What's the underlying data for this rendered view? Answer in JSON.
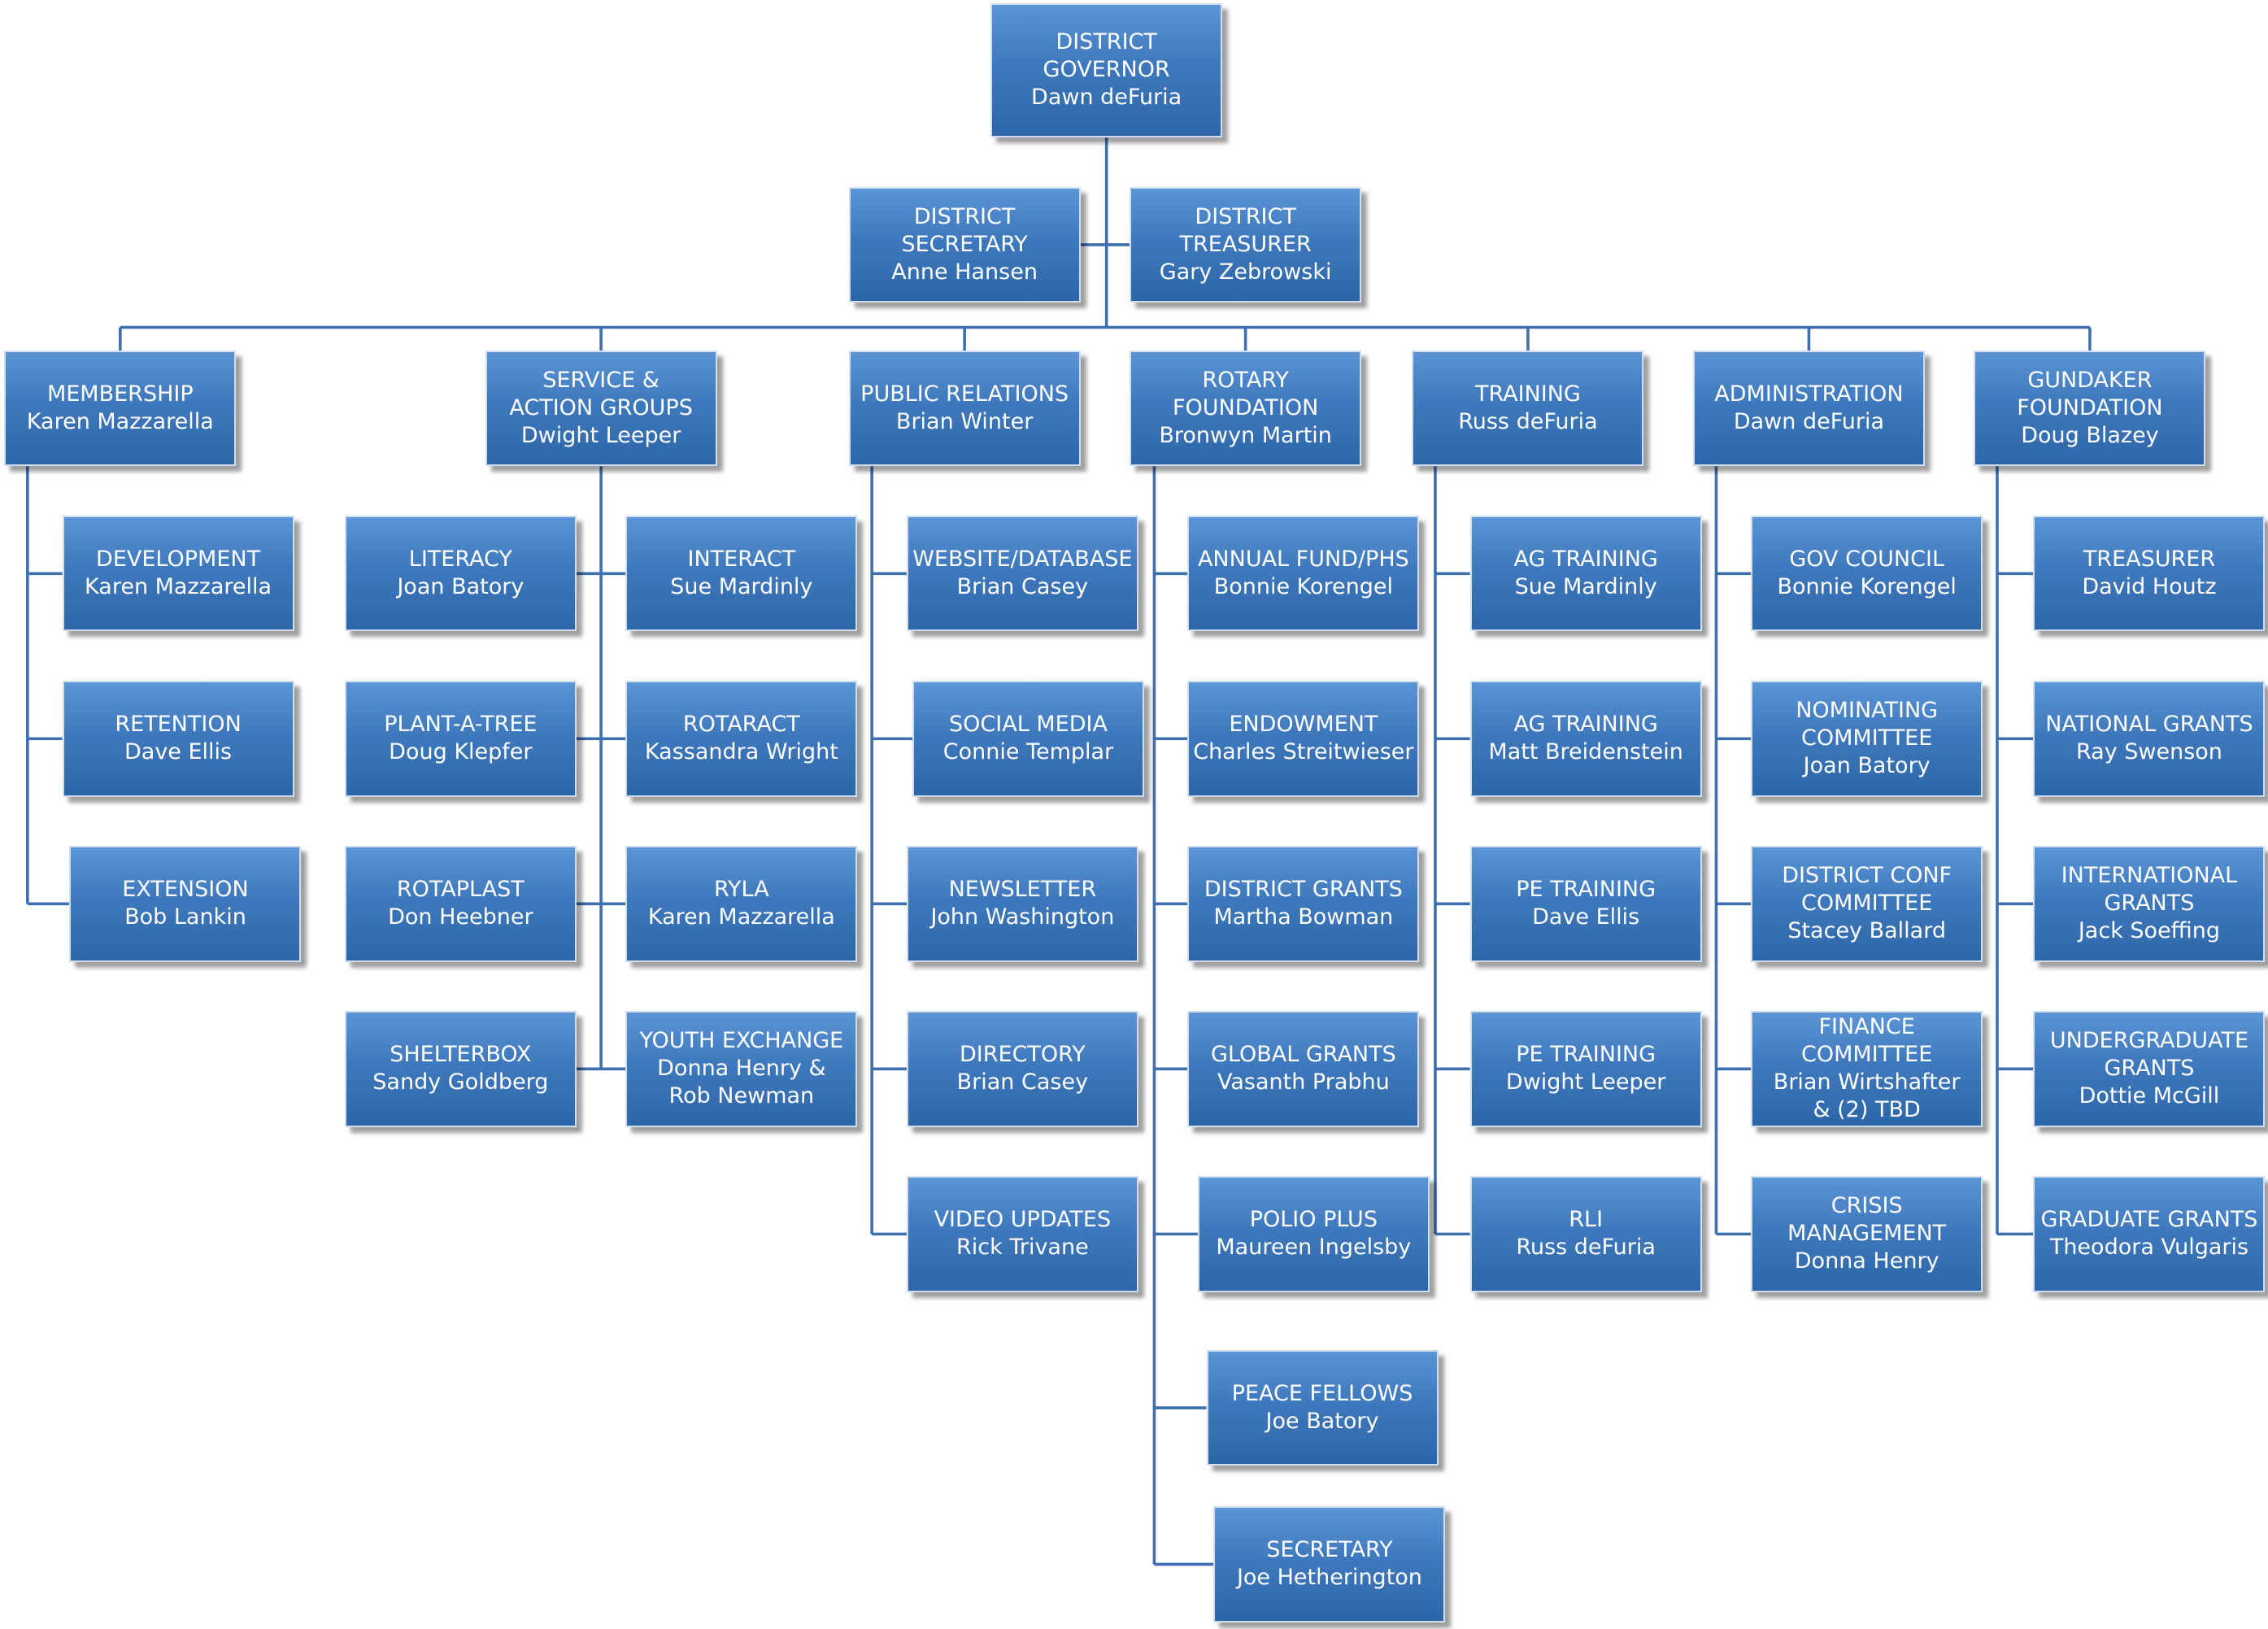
{
  "org": {
    "governor": {
      "title": "DISTRICT GOVERNOR",
      "name": "Dawn deFuria"
    },
    "officers": [
      {
        "title": "DISTRICT SECRETARY",
        "name": "Anne Hansen"
      },
      {
        "title": "DISTRICT TREASURER",
        "name": "Gary Zebrowski"
      }
    ],
    "departments": [
      {
        "title": "MEMBERSHIP",
        "name": "Karen Mazzarella",
        "children": [
          {
            "title": "DEVELOPMENT",
            "name": "Karen Mazzarella"
          },
          {
            "title": "RETENTION",
            "name": "Dave Ellis"
          },
          {
            "title": "EXTENSION",
            "name": "Bob Lankin"
          }
        ]
      },
      {
        "title": "SERVICE &\nACTION GROUPS",
        "name": "Dwight Leeper",
        "children": [
          {
            "title": "LITERACY",
            "name": "Joan Batory"
          },
          {
            "title": "INTERACT",
            "name": "Sue Mardinly"
          },
          {
            "title": "PLANT-A-TREE",
            "name": "Doug Klepfer"
          },
          {
            "title": "ROTARACT",
            "name": "Kassandra Wright"
          },
          {
            "title": "ROTAPLAST",
            "name": "Don Heebner"
          },
          {
            "title": "RYLA",
            "name": "Karen Mazzarella"
          },
          {
            "title": "SHELTERBOX",
            "name": "Sandy Goldberg"
          },
          {
            "title": "YOUTH EXCHANGE",
            "name": "Donna Henry &\nRob Newman"
          }
        ]
      },
      {
        "title": "PUBLIC RELATIONS",
        "name": "Brian Winter",
        "children": [
          {
            "title": "WEBSITE/DATABASE",
            "name": "Brian Casey"
          },
          {
            "title": "SOCIAL MEDIA",
            "name": "Connie Templar"
          },
          {
            "title": "NEWSLETTER",
            "name": "John Washington"
          },
          {
            "title": "DIRECTORY",
            "name": "Brian Casey"
          },
          {
            "title": "VIDEO  UPDATES",
            "name": "Rick Trivane"
          }
        ]
      },
      {
        "title": "ROTARY\nFOUNDATION",
        "name": "Bronwyn Martin",
        "children": [
          {
            "title": "ANNUAL FUND/PHS",
            "name": "Bonnie Korengel"
          },
          {
            "title": "ENDOWMENT",
            "name": "Charles Streitwieser"
          },
          {
            "title": "DISTRICT GRANTS",
            "name": "Martha Bowman"
          },
          {
            "title": "GLOBAL GRANTS",
            "name": "Vasanth Prabhu"
          },
          {
            "title": "POLIO PLUS",
            "name": "Maureen Ingelsby"
          },
          {
            "title": "PEACE FELLOWS",
            "name": "Joe Batory"
          },
          {
            "title": "SECRETARY",
            "name": "Joe Hetherington"
          }
        ]
      },
      {
        "title": "TRAINING",
        "name": "Russ deFuria",
        "children": [
          {
            "title": "AG TRAINING",
            "name": "Sue Mardinly"
          },
          {
            "title": "AG TRAINING",
            "name": "Matt Breidenstein"
          },
          {
            "title": "PE TRAINING",
            "name": "Dave Ellis"
          },
          {
            "title": "PE TRAINING",
            "name": "Dwight Leeper"
          },
          {
            "title": "RLI",
            "name": "Russ deFuria"
          }
        ]
      },
      {
        "title": "ADMINISTRATION",
        "name": "Dawn deFuria",
        "children": [
          {
            "title": "GOV  COUNCIL",
            "name": "Bonnie Korengel"
          },
          {
            "title": "NOMINATING\nCOMMITTEE",
            "name": "Joan Batory"
          },
          {
            "title": "DISTRICT CONF\nCOMMITTEE",
            "name": "Stacey Ballard"
          },
          {
            "title": "FINANCE COMMITTEE",
            "name": "Brian Wirtshafter\n& (2) TBD"
          },
          {
            "title": "CRISIS MANAGEMENT",
            "name": "Donna Henry"
          }
        ]
      },
      {
        "title": "GUNDAKER\nFOUNDATION",
        "name": "Doug Blazey",
        "children": [
          {
            "title": "TREASURER",
            "name": "David Houtz"
          },
          {
            "title": "NATIONAL GRANTS",
            "name": "Ray Swenson"
          },
          {
            "title": "INTERNATIONAL\nGRANTS",
            "name": "Jack Soeffing"
          },
          {
            "title": "UNDERGRADUATE\nGRANTS",
            "name": "Dottie McGill"
          },
          {
            "title": "GRADUATE GRANTS",
            "name": "Theodora Vulgaris"
          }
        ]
      }
    ]
  }
}
